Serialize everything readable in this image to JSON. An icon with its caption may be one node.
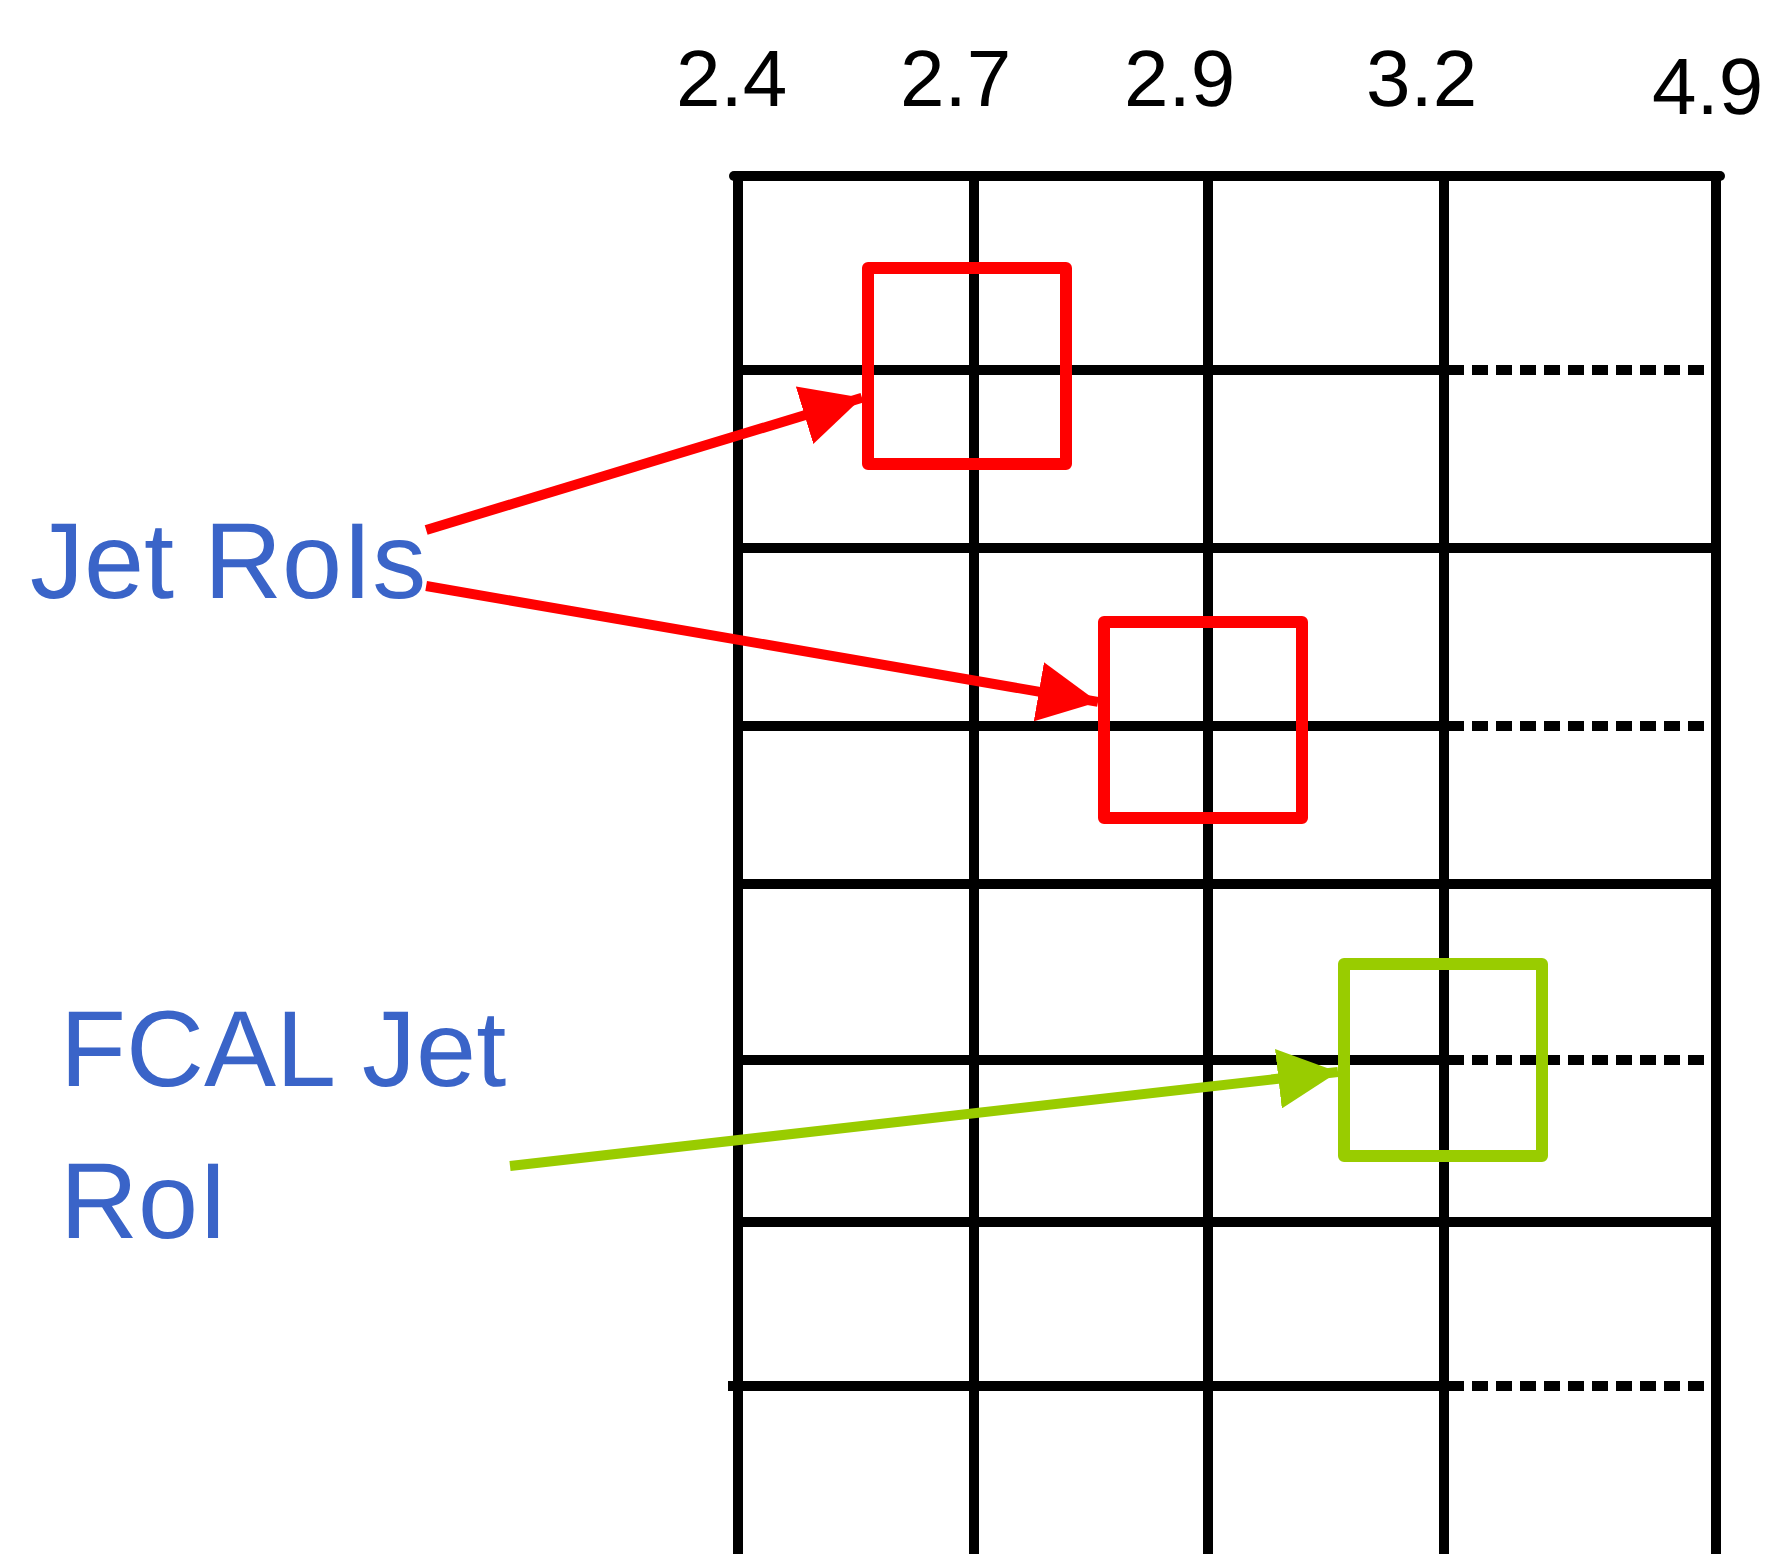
{
  "diagram": {
    "nodes": [
      {
        "text": [
          "Jet RoIs"
        ]
      },
      {
        "text": [],
        "shape": "box"
      },
      {
        "text": [],
        "shape": "box"
      },
      {
        "text": [
          "FCAL Jet RoI"
        ]
      },
      {
        "text": [],
        "shape": "box"
      }
    ],
    "edges": [
      {
        "from": 0,
        "to": 1,
        "arrow": "to"
      },
      {
        "from": 0,
        "to": 2,
        "arrow": "to"
      },
      {
        "from": 3,
        "to": 4,
        "arrow": "to",
        "color": "#99cc00"
      }
    ],
    "labels": [
      "2.4",
      "2.7",
      "2.9",
      "3.2",
      "4.9"
    ]
  }
}
